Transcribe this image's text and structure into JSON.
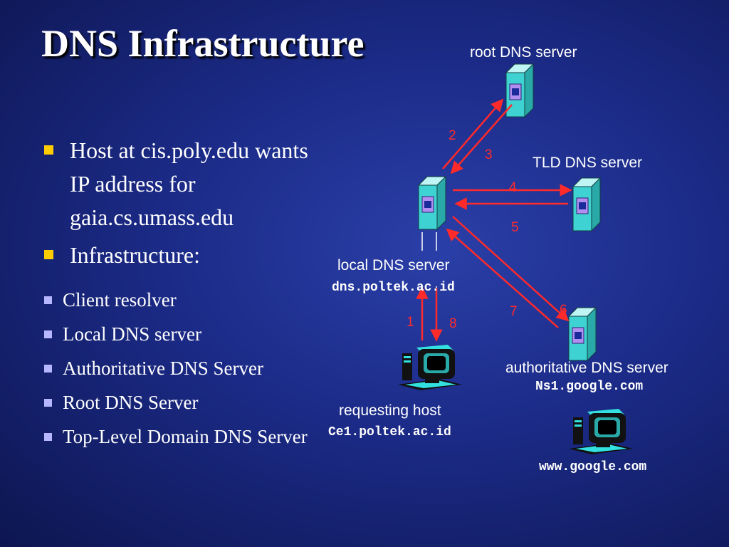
{
  "slide": {
    "title": "DNS Infrastructure",
    "bullets": [
      {
        "text": "Host at cis.poly.edu wants IP address for gaia.cs.umass.edu"
      },
      {
        "text": "Infrastructure:"
      }
    ],
    "sub_bullets": [
      "Client resolver",
      "Local DNS server",
      "Authoritative DNS Server",
      "Root DNS Server",
      "Top-Level Domain DNS Server"
    ]
  },
  "diagram": {
    "root_label": "root DNS server",
    "tld_label": "TLD DNS server",
    "local_label": "local DNS server",
    "local_host": "dns.poltek.ac.id",
    "auth_label": "authoritative DNS server",
    "auth_host": "Ns1.google.com",
    "requesting_label": "requesting host",
    "requesting_host": "Ce1.poltek.ac.id",
    "web_host": "www.google.com",
    "steps": [
      "1",
      "2",
      "3",
      "4",
      "5",
      "6",
      "7",
      "8"
    ],
    "arrow_color": "#ff2a2a",
    "bullet_color": "#ffcc00",
    "sub_bullet_color": "#b7b7ff"
  }
}
